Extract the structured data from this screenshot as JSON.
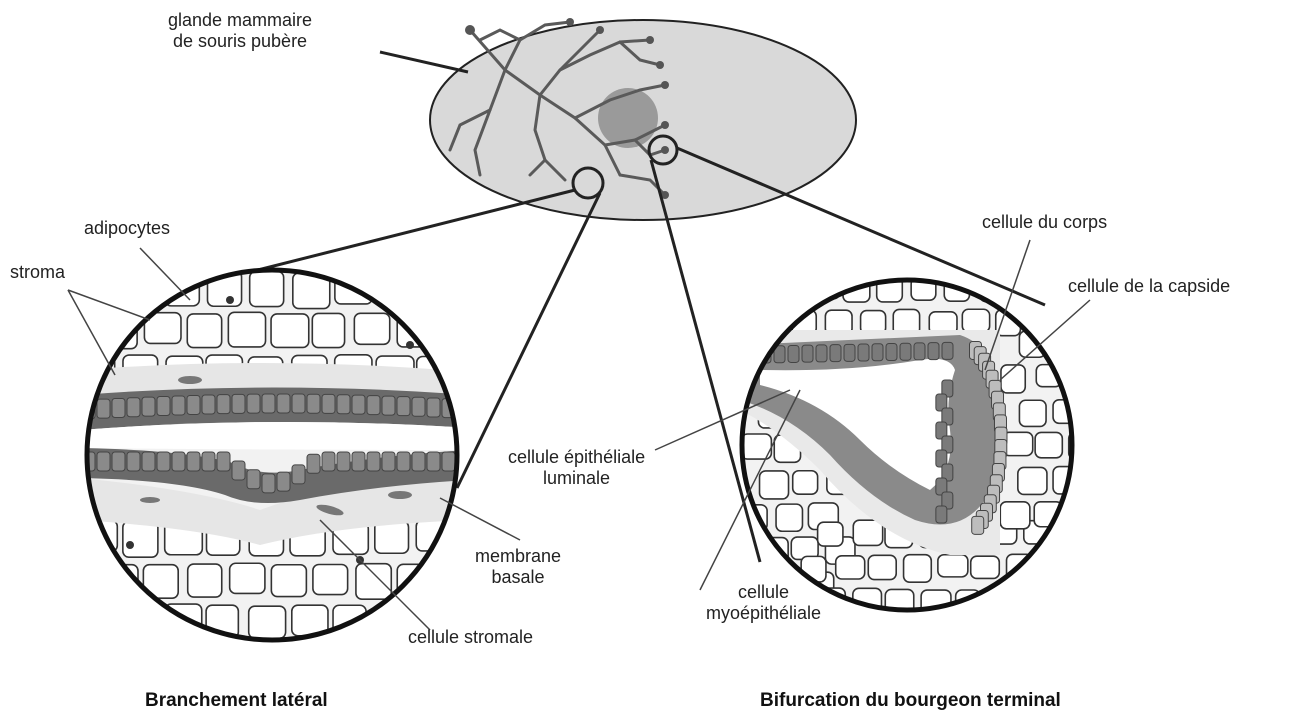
{
  "labels": {
    "gland_line1": "glande mammaire",
    "gland_line2": "de souris pubère",
    "adipocytes": "adipocytes",
    "stroma": "stroma",
    "membrane_line1": "membrane",
    "membrane_line2": "basale",
    "stromal_cell": "cellule stromale",
    "body_cell": "cellule du corps",
    "cap_cell": "cellule de la capside",
    "luminal_line1": "cellule épithéliale",
    "luminal_line2": "luminale",
    "myo_line1": "cellule",
    "myo_line2": "myoépithéliale"
  },
  "captions": {
    "left": "Branchement latéral",
    "right": "Bifurcation du bourgeon terminal"
  },
  "colors": {
    "gland_fill": "#d9d9d9",
    "duct_dark": "#555555",
    "epithelium": "#7a7a7a",
    "stroma_fill": "#e9e9e9",
    "cap_cells": "#a8a8a8"
  }
}
